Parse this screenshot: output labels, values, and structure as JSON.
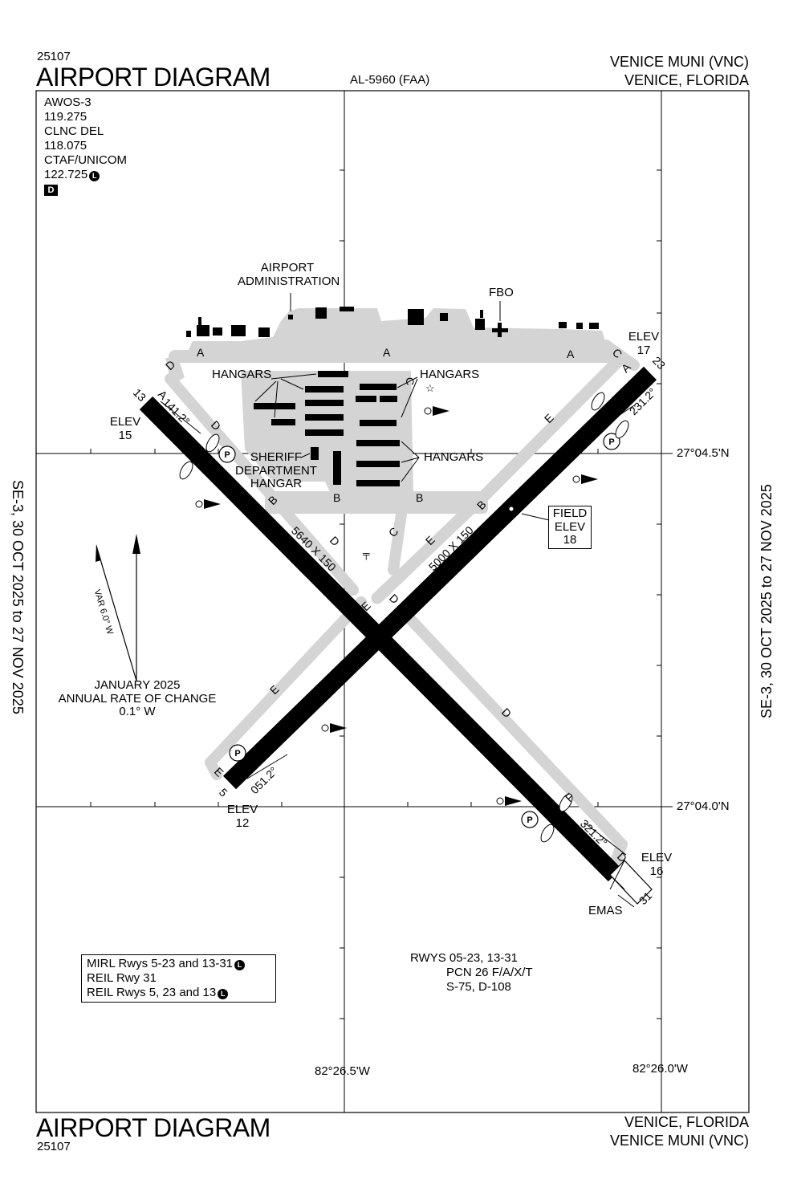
{
  "header": {
    "procedure_number": "25107",
    "title": "AIRPORT DIAGRAM",
    "chart_id": "AL-5960 (FAA)",
    "airport_name": "VENICE MUNI (VNC)",
    "city_state": "VENICE, FLORIDA"
  },
  "footer": {
    "title": "AIRPORT DIAGRAM",
    "procedure_number": "25107",
    "city_state": "VENICE, FLORIDA",
    "airport_name": "VENICE MUNI (VNC)"
  },
  "side_labels": {
    "left": "SE-3,  30 OCT 2025  to  27 NOV 2025",
    "right": "SE-3,  30 OCT 2025  to  27 NOV 2025"
  },
  "comms": {
    "lines": [
      "AWOS-3",
      "119.275",
      "CLNC DEL",
      "118.075",
      "CTAF/UNICOM",
      "122.725"
    ],
    "ctaf_light_symbol": "L",
    "departure_symbol": "D"
  },
  "magnetic_variation": {
    "var_label": "VAR 6.0° W",
    "date": "JANUARY 2025",
    "rate_label": "ANNUAL RATE OF CHANGE",
    "rate_value": "0.1° W"
  },
  "coordinates": {
    "lat_north": "27°04.5'N",
    "lat_south": "27°04.0'N",
    "lon_west": "82°26.5'W",
    "lon_east": "82°26.0'W"
  },
  "runways": [
    {
      "ends": [
        "13",
        "31"
      ],
      "size": "5640 X 150",
      "headings": [
        "141.2°",
        "321.2°"
      ]
    },
    {
      "ends": [
        "5",
        "23"
      ],
      "size": "5000 X 150",
      "headings": [
        "051.2°",
        "231.2°"
      ]
    }
  ],
  "elevations": {
    "elev_label": "ELEV",
    "rwy13": "15",
    "rwy23": "17",
    "rwy5": "12",
    "rwy31": "16",
    "field_label_1": "FIELD",
    "field_label_2": "ELEV",
    "field_value": "18"
  },
  "labels": {
    "airport_admin_1": "AIRPORT",
    "airport_admin_2": "ADMINISTRATION",
    "fbo": "FBO",
    "hangars": "HANGARS",
    "sheriff_1": "SHERIFF",
    "sheriff_2": "DEPARTMENT",
    "sheriff_3": "HANGAR",
    "emas": "EMAS"
  },
  "taxiways": [
    "A",
    "B",
    "C",
    "D",
    "E",
    "F"
  ],
  "lighting_legend": {
    "line1": "MIRL Rwys 5-23 and 13-31",
    "line2": "REIL Rwy 31",
    "line3": "REIL Rwys 5, 23 and 13"
  },
  "pavement": {
    "line1": "RWYS 05-23, 13-31",
    "line2": "PCN 26 F/A/X/T",
    "line3": "S-75, D-108"
  }
}
